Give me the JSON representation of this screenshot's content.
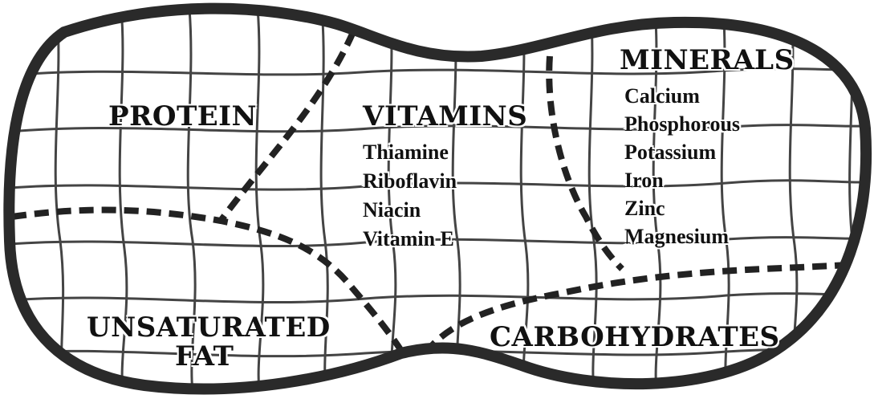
{
  "regions": {
    "protein": {
      "heading": "PROTEIN"
    },
    "vitamins": {
      "heading": "VITAMINS",
      "items": [
        "Thiamine",
        "Riboflavin",
        "Niacin",
        "Vitamin E"
      ]
    },
    "minerals": {
      "heading": "MINERALS",
      "items": [
        "Calcium",
        "Phosphorous",
        "Potassium",
        "Iron",
        "Zinc",
        "Magnesium"
      ]
    },
    "unsaturated_fat": {
      "heading_line1": "UNSATURATED",
      "heading_line2": "FAT"
    },
    "carbohydrates": {
      "heading": "CARBOHYDRATES"
    }
  },
  "colors": {
    "outline": "#2a2a2a",
    "texture": "#444444",
    "divider": "#222222",
    "background": "#ffffff"
  }
}
